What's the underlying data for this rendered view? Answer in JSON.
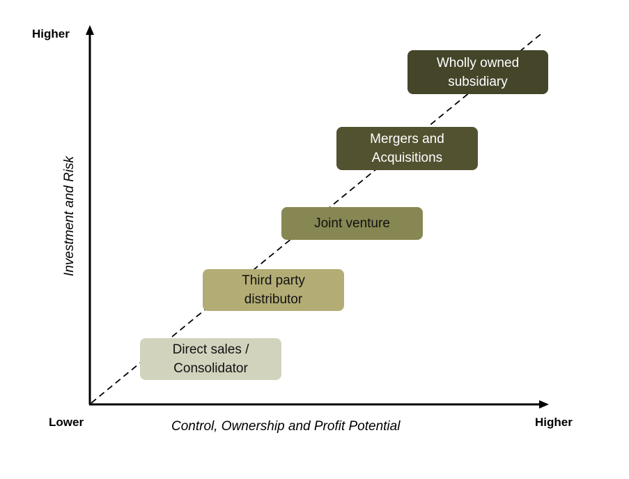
{
  "axes": {
    "y_high": "Higher",
    "y_title": "Investment and Risk",
    "x_low": "Lower",
    "x_title": "Control, Ownership and Profit Potential",
    "x_high": "Higher"
  },
  "stages": [
    {
      "lines": [
        "Direct sales /",
        "Consolidator"
      ],
      "fill": "#d2d3bd",
      "text_color": "#111111"
    },
    {
      "lines": [
        "Third party",
        "distributor"
      ],
      "fill": "#b3ad75",
      "text_color": "#111111"
    },
    {
      "lines": [
        "Joint venture"
      ],
      "fill": "#878753",
      "text_color": "#111111"
    },
    {
      "lines": [
        "Mergers and",
        "Acquisitions"
      ],
      "fill": "#525231",
      "text_color": "#ffffff"
    },
    {
      "lines": [
        "Wholly owned",
        "subsidiary"
      ],
      "fill": "#45452a",
      "text_color": "#ffffff"
    }
  ]
}
